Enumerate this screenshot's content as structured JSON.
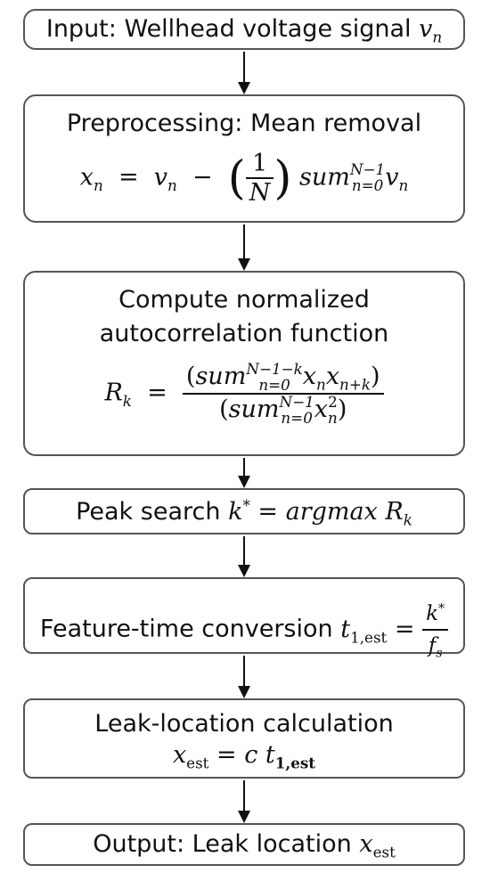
{
  "steps": {
    "input": {
      "label": "Input: Wellhead voltage signal",
      "var": "v",
      "var_sub": "n"
    },
    "preprocessing": {
      "title": "Preprocessing: Mean removal",
      "eq_lhs": "x",
      "eq_lhs_sub": "n",
      "eq_rhs_var": "v",
      "eq_rhs_sub": "n",
      "frac_num": "1",
      "frac_den": "N",
      "sum_word": "sum",
      "sum_lower": "n=0",
      "sum_upper": "N−1",
      "sum_var": "v",
      "sum_var_sub": "n"
    },
    "autocorrelation": {
      "title_line1": "Compute normalized",
      "title_line2": "autocorrelation function",
      "lhs": "R",
      "lhs_sub": "k",
      "num_sum": "sum",
      "num_lower": "n=0",
      "num_upper": "N−1−k",
      "num_terms": "x",
      "num_sub1": "n",
      "num_x2": "x",
      "num_sub2": "n+k",
      "den_sum": "sum",
      "den_lower": "n=0",
      "den_upper": "N−1",
      "den_x": "x",
      "den_sub": "n",
      "den_sup": "2"
    },
    "peak": {
      "label": "Peak search",
      "k": "k",
      "k_sup": "*",
      "rhs": "argmax",
      "R": "R",
      "R_sub": "k"
    },
    "conversion": {
      "label": "Feature-time conversion",
      "t": "t",
      "t_sub": "1,est",
      "num": "k",
      "num_sup": "*",
      "den": "f",
      "den_sub": "s"
    },
    "leak": {
      "title": "Leak-location calculation",
      "lhs": "x",
      "lhs_sub": "est",
      "rhs_c": "c",
      "rhs_t": "t",
      "rhs_t_sub": "1,est"
    },
    "output": {
      "label": "Output: Leak location",
      "var": "x",
      "var_sub": "est"
    }
  }
}
